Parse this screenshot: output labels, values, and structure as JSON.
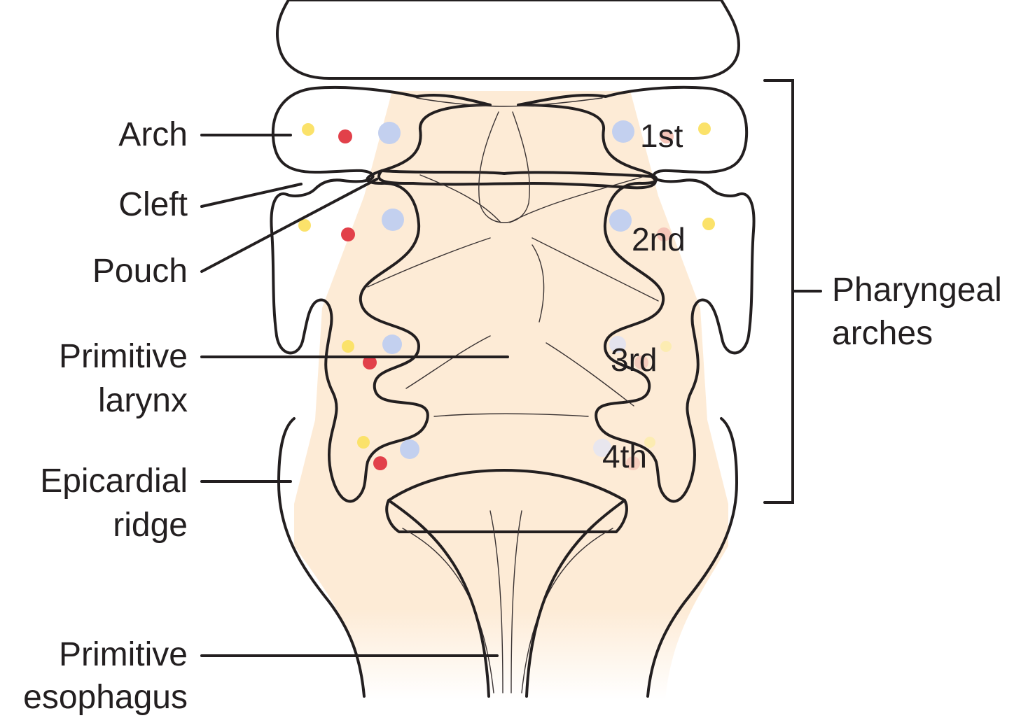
{
  "labels": {
    "arch": "Arch",
    "cleft": "Cleft",
    "pouch": "Pouch",
    "primitive_larynx": [
      "Primitive",
      "larynx"
    ],
    "epicardial_ridge": [
      "Epicardial",
      "ridge"
    ],
    "primitive_esophagus": [
      "Primitive",
      "esophagus"
    ],
    "pharyngeal_arches": [
      "Pharyngeal",
      "arches"
    ]
  },
  "arch_numbers": [
    "1st",
    "2nd",
    "3rd",
    "4th"
  ],
  "colors": {
    "tissue": "#fdebd6",
    "tissue_inner": "#fae2c8",
    "outline": "#231f20",
    "dot_yellow": "#fbe26a",
    "dot_red": "#e2404a",
    "dot_blue": "#c3d0ef"
  }
}
